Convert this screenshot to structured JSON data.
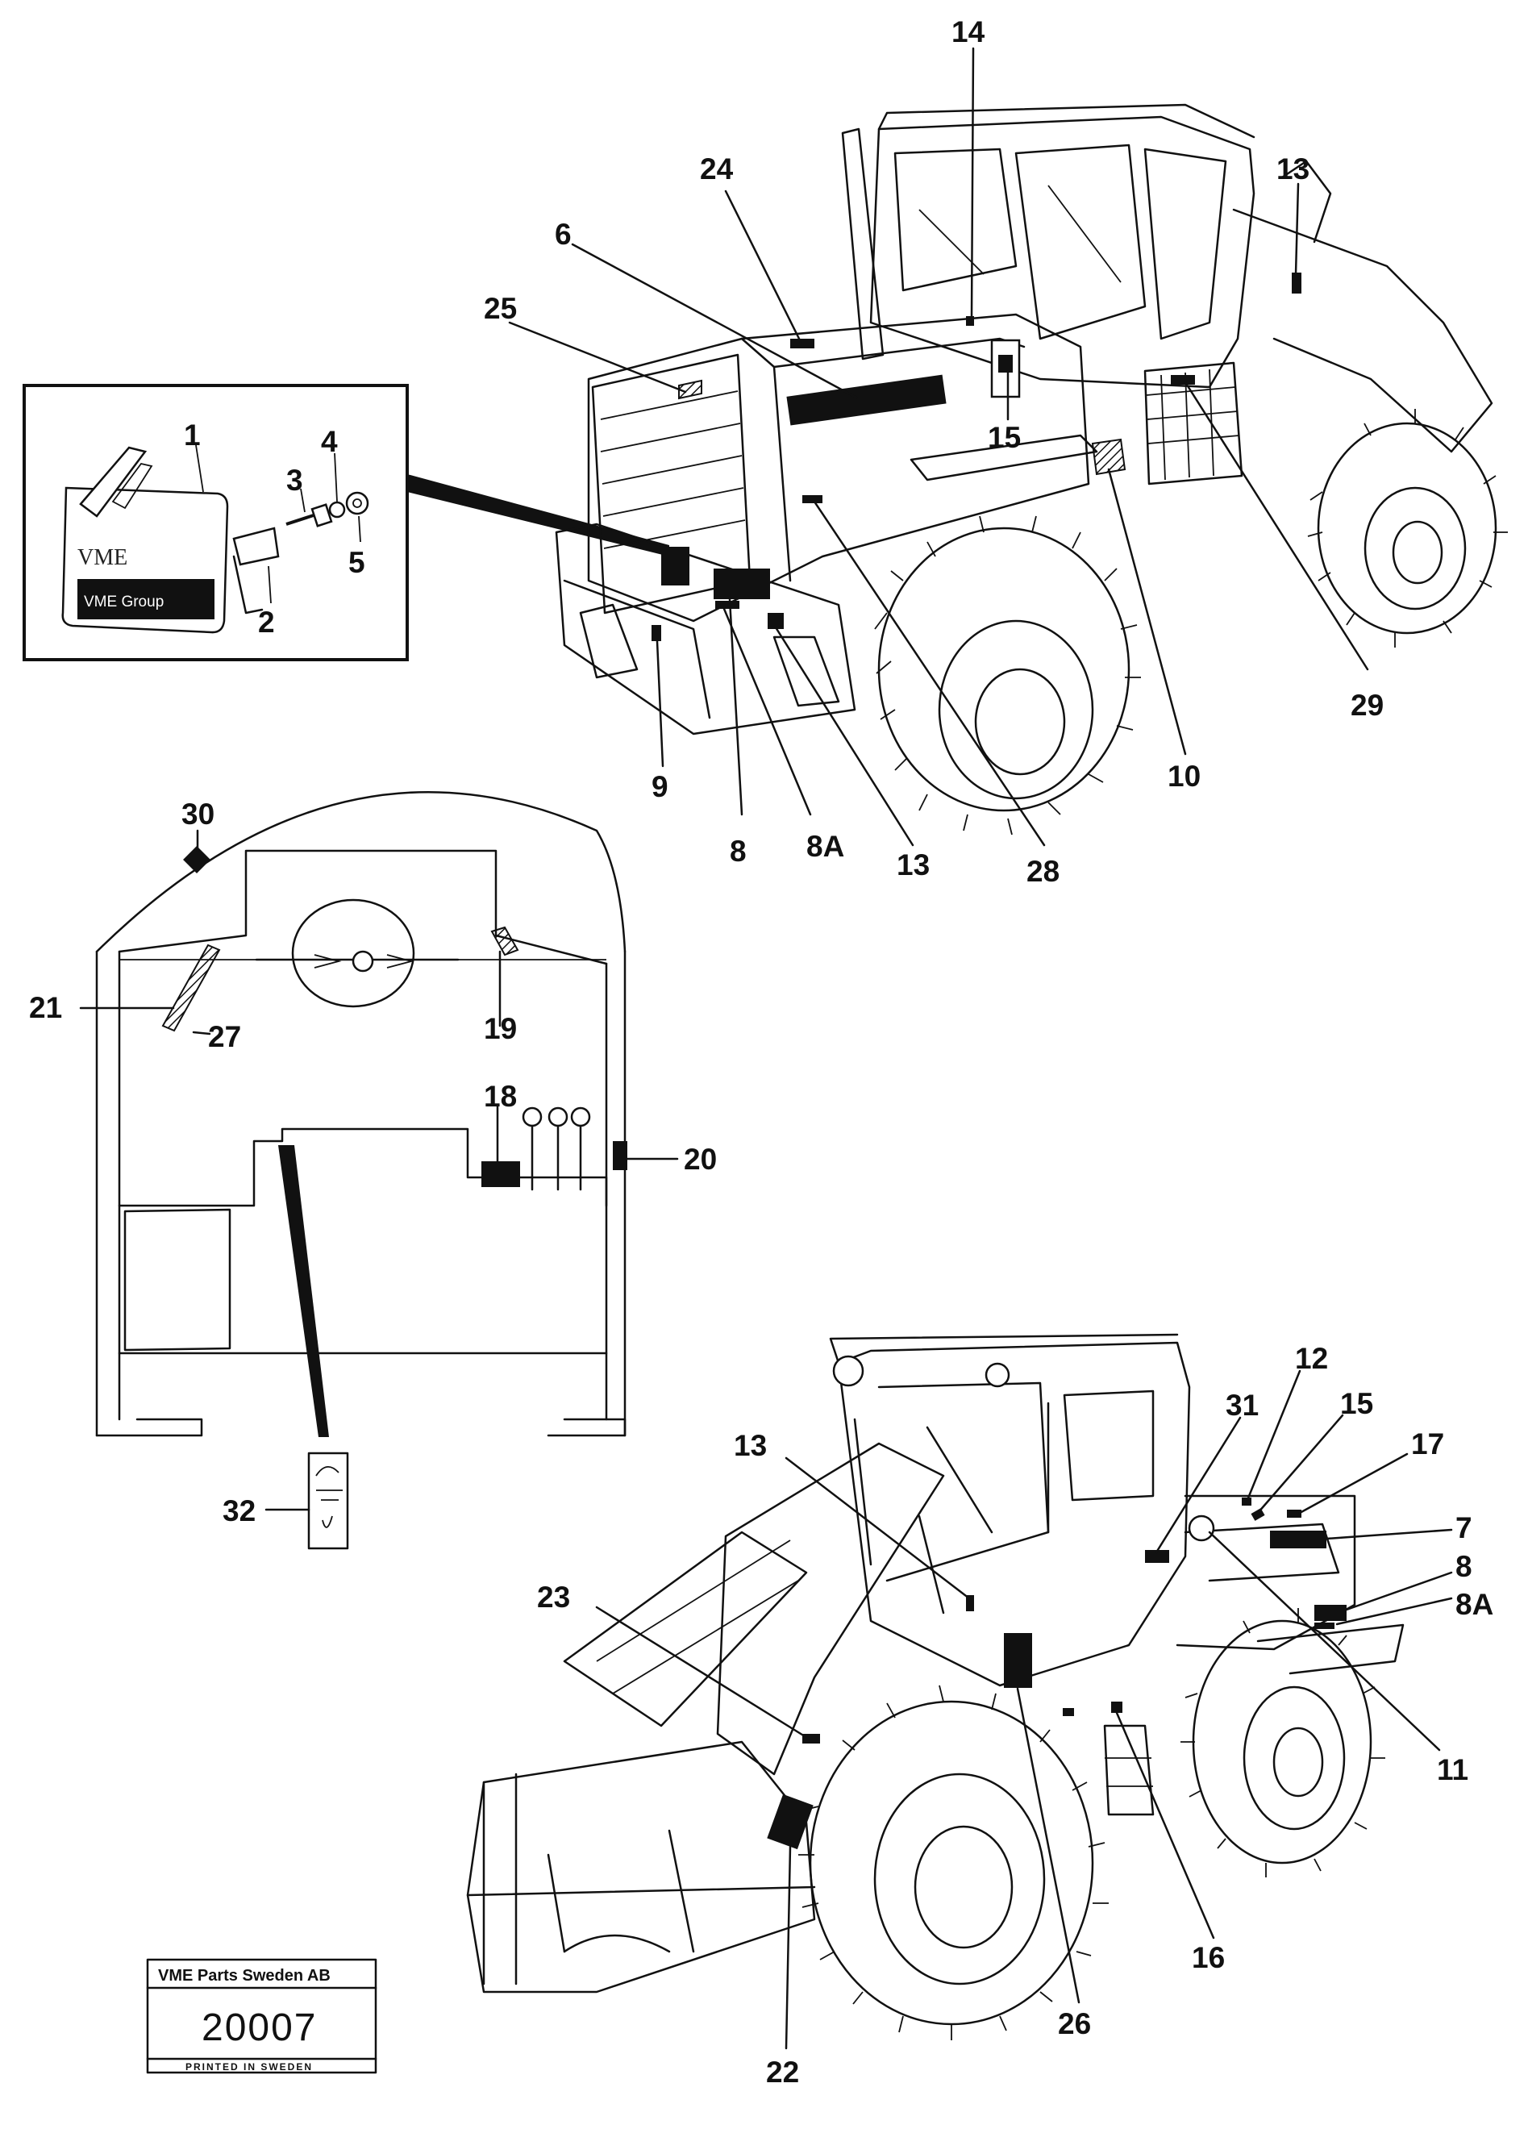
{
  "callouts": {
    "c1": "1",
    "c2": "2",
    "c3": "3",
    "c4": "4",
    "c5": "5",
    "c6": "6",
    "c7": "7",
    "c8_top": "8",
    "c8_bot": "8",
    "c8a_top": "8A",
    "c8a_bot": "8A",
    "c9": "9",
    "c10": "10",
    "c11": "11",
    "c12": "12",
    "c13_top_right": "13",
    "c13_top_mid": "13",
    "c13_bot": "13",
    "c14": "14",
    "c15_top": "15",
    "c15_bot": "15",
    "c16": "16",
    "c17": "17",
    "c18": "18",
    "c19": "19",
    "c20": "20",
    "c21": "21",
    "c22": "22",
    "c23": "23",
    "c24": "24",
    "c25": "25",
    "c26": "26",
    "c27": "27",
    "c28": "28",
    "c29": "29",
    "c30": "30",
    "c31": "31",
    "c32": "32"
  },
  "logo": {
    "letters": "VME",
    "sub": "VME Group"
  },
  "stamp": {
    "company": "VME Parts Sweden AB",
    "number": "20007",
    "printed": "PRINTED IN SWEDEN"
  },
  "icons": [
    "vme-logo-plate",
    "screw",
    "washer",
    "nut",
    "decal-plate"
  ]
}
